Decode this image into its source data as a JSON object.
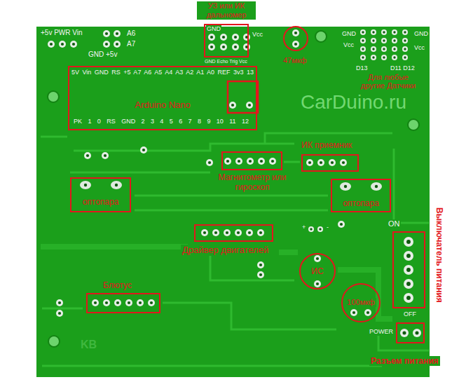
{
  "diagram": {
    "nodes": [
      {
        "text": [
          "УЗ или ИК дальномер"
        ]
      },
      {
        "text": [
          "47мкф"
        ]
      },
      {
        "text": [
          "Arduino Nano"
        ]
      },
      {
        "text": [
          "ИК приемник"
        ]
      },
      {
        "text": [
          "Магнитометр или гироскоп"
        ]
      },
      {
        "text": [
          "оптопара"
        ]
      },
      {
        "text": [
          "оптопара"
        ]
      },
      {
        "text": [
          "Драйвер двигателей"
        ]
      },
      {
        "text": [
          "ИС"
        ]
      },
      {
        "text": [
          "100мкф"
        ]
      },
      {
        "text": [
          "Блютус"
        ]
      },
      {
        "text": [
          "Выключатель питания"
        ]
      },
      {
        "text": [
          "Разъем питания"
        ]
      }
    ],
    "labels": [
      "+5v PWR Vin",
      "A6",
      "A7",
      "GND +5v",
      "GND",
      "Vcc",
      "GND Echo Trig Vcc",
      "GND",
      "Vcc",
      "GND",
      "Vcc",
      "D13",
      "D11 D12",
      "Для любые другие Датчики",
      "5V Vin GND RS +5 A7 A6 A5 A4 A3 A2 A1 A0 REF 3v3 13",
      "PK 1 0 RS GND 2 3 4 5 6 7 8 9 10 11 12",
      "CarDuino.ru",
      "+",
      "-",
      "ON",
      "OFF",
      "POWER",
      "KB"
    ]
  }
}
